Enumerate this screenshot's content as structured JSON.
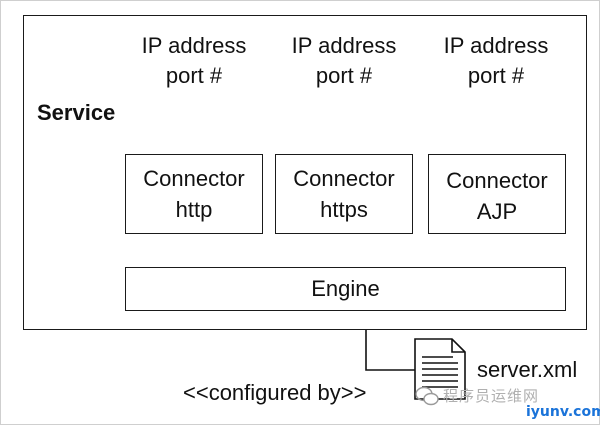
{
  "service": {
    "label": "Service",
    "ports": [
      {
        "line1": "IP address",
        "line2": "port #"
      },
      {
        "line1": "IP address",
        "line2": "port #"
      },
      {
        "line1": "IP address",
        "line2": "port #"
      }
    ],
    "connectors": [
      {
        "title": "Connector",
        "protocol": "http"
      },
      {
        "title": "Connector",
        "protocol": "https"
      },
      {
        "title": "Connector",
        "protocol": "AJP"
      }
    ],
    "engine": "Engine"
  },
  "config": {
    "file": "server.xml",
    "relation": "<<configured by>>"
  },
  "watermark": {
    "brand_cn": "程序员运维网",
    "domain": "iyunv.com"
  }
}
